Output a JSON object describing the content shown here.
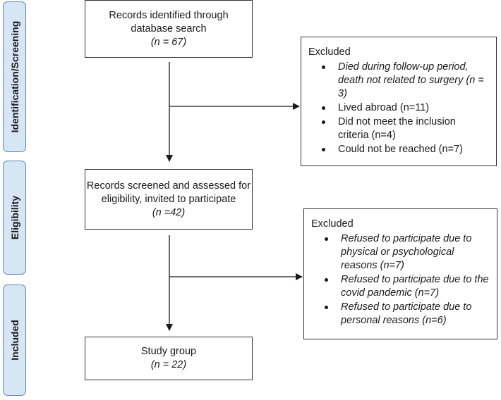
{
  "stages": {
    "identification": "Identification/Screening",
    "eligibility": "Eligibility",
    "included": "Included"
  },
  "box1": {
    "line1": "Records identified through",
    "line2": "database search",
    "n": "(n = 67)"
  },
  "excluded1": {
    "title": "Excluded",
    "items": [
      "Died during follow-up period, death not related to surgery (n = 3)",
      "Lived abroad (n=11)",
      "Did not meet the inclusion criteria (n=4)",
      "Could not be reached (n=7)"
    ]
  },
  "box2": {
    "line1": "Records screened and assessed for",
    "line2": "eligibility, invited to participate",
    "n": "(n =42)"
  },
  "excluded2": {
    "title": "Excluded",
    "items": [
      "Refused to participate due to physical or psychological reasons (n=7)",
      "Refused to participate due to the covid pandemic (n=7)",
      "Refused to participate due to personal reasons (n=6)"
    ]
  },
  "box3": {
    "line1": "Study group",
    "n": "(n = 22)"
  }
}
